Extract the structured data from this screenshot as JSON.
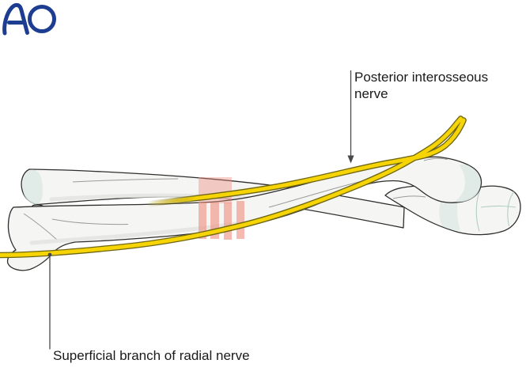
{
  "labels": {
    "posterior_interosseous": {
      "line1": "Posterior interosseous",
      "line2": "nerve"
    },
    "superficial_radial": {
      "text": "Superficial branch of radial nerve"
    }
  },
  "logo": {
    "text": "AO"
  },
  "colors": {
    "background": "#ffffff",
    "bone_fill": "#f5f5f3",
    "bone_outline": "#2f2e2c",
    "bone_shade": "#e3e3e0",
    "bone_detail": "#9b9b96",
    "facet_teal": "#dce8e4",
    "facet_line": "#b5cdc6",
    "nerve_yellow": "#f6d405",
    "nerve_outline": "#6e6712",
    "zone_pink": "#ee8d7e",
    "leader_gray": "#4a4a4a",
    "label_text": "#1a1a1a",
    "logo_blue": "#1d3d91"
  }
}
